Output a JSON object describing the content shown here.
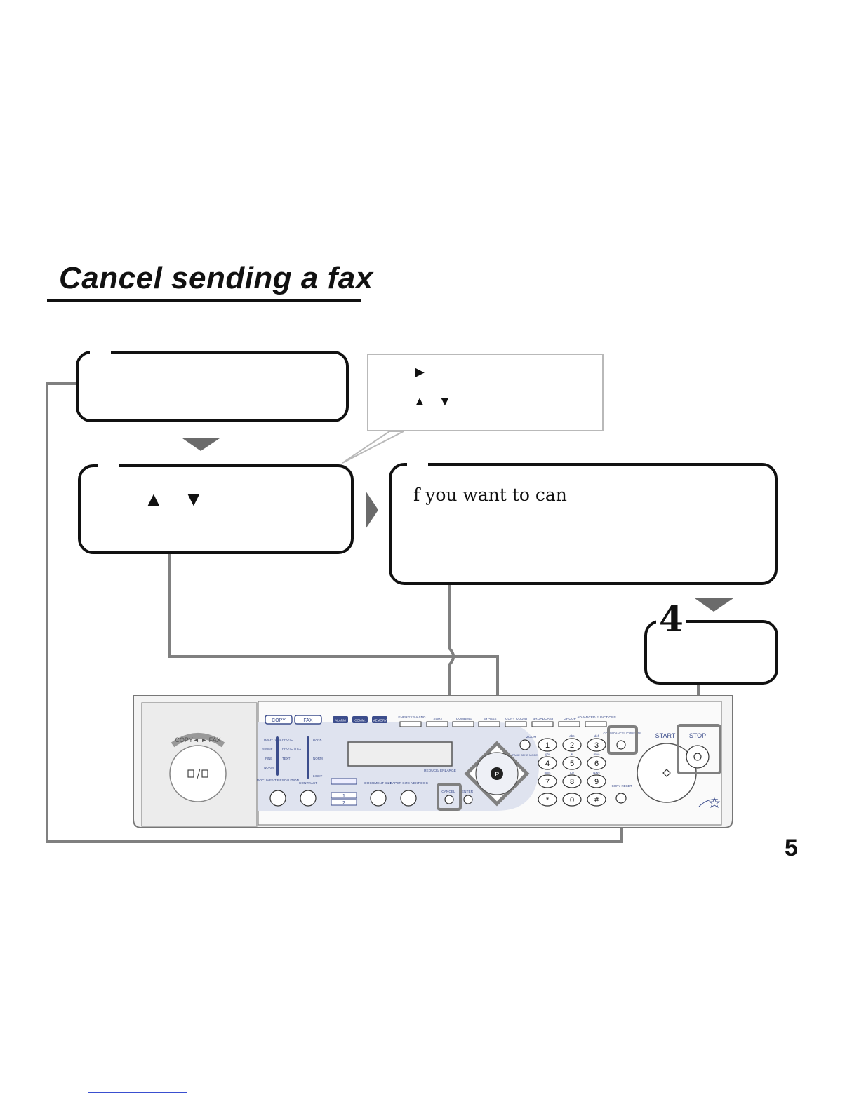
{
  "page": {
    "title": "Cancel sending a fax",
    "page_number": "5"
  },
  "callout": {
    "line1_arrow": "▶",
    "line2_up": "▲",
    "line2_down": "▼"
  },
  "step2": {
    "up_arrow": "▲",
    "down_arrow": "▼"
  },
  "step3": {
    "text": "f you want to can"
  },
  "step4": {
    "number": "4"
  },
  "panel": {
    "mode_buttons": [
      "COPY",
      "FAX"
    ],
    "status_labels": [
      "ALARM",
      "COMM.",
      "MEMORY"
    ],
    "function_keys": [
      "ENERGY SAVING",
      "SORT",
      "COMBINE",
      "BYPASS",
      "COPY COUNT",
      "BROADCAST",
      "GROUP",
      "ADVANCED FUNCTIONS"
    ],
    "resolution_labels": [
      "HALF-TONE",
      "S.FINE",
      "FINE",
      "NORM"
    ],
    "resolution_right_labels": [
      "PHOTO",
      "PHOTO /TEXT",
      "TEXT"
    ],
    "contrast_labels": [
      "DARK",
      "NORM",
      "LIGHT"
    ],
    "bottom_labels": [
      "DOCUMENT RESOLUTION",
      "CONTRAST",
      "DOCUMENT SIZE",
      "PAPER SIZE NEXT DOC"
    ],
    "reduce_enlarge": "REDUCE/ ENLARGE",
    "cancel_label": "CANCEL",
    "enter_label": "ENTER",
    "zoom_label": "ZOOM",
    "page_send_label": "PAGE SEND MODE",
    "keypad": [
      "1",
      "2",
      "3",
      "4",
      "5",
      "6",
      "7",
      "8",
      "9",
      "*",
      "0",
      "#"
    ],
    "keypad_letters": [
      "abc",
      "def",
      "ghi",
      "jkl",
      "mno",
      "pqrs",
      "tuv",
      "wxyz"
    ],
    "comm_cancel_label": "COMM.CANCEL /CONFIRM",
    "copy_reset_label": "COPY RESET",
    "start_label": "START",
    "stop_label": "STOP",
    "copy_fax_switch": "COPY◄ ► FAX",
    "tray_numbers": [
      "1",
      "2"
    ]
  }
}
